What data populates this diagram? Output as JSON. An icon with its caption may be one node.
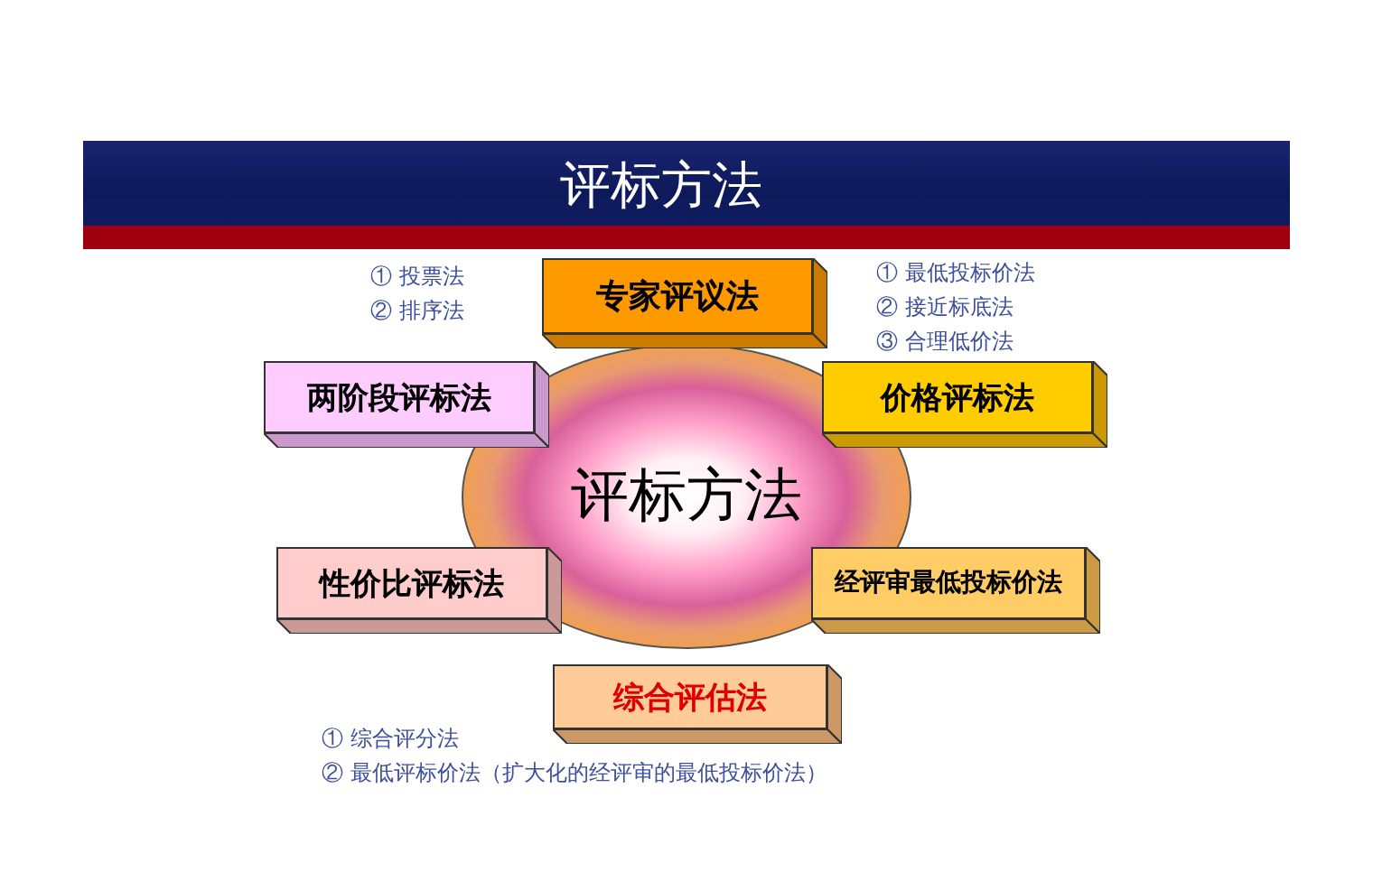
{
  "diagram": {
    "title": "评标方法",
    "nodes": [
      {
        "text": [
          "专家评议法"
        ],
        "beside": [
          "① 投票法",
          "② 排序法"
        ]
      },
      {
        "text": [
          "两阶段评标法"
        ]
      },
      {
        "text": [
          "价格评标法"
        ],
        "beside": [
          "① 最低投标价法",
          "② 接近标底法",
          "③ 合理低价法"
        ]
      },
      {
        "text": [
          "评标方法"
        ]
      },
      {
        "text": [
          "性价比评标法"
        ]
      },
      {
        "text": [
          "经评审最低投标价法"
        ]
      },
      {
        "text": [
          "综合评估法"
        ],
        "beside": [
          "① 综合评分法",
          "② 最低评标价法（扩大化的经评审的最低投标价法）"
        ]
      }
    ],
    "edges": []
  }
}
